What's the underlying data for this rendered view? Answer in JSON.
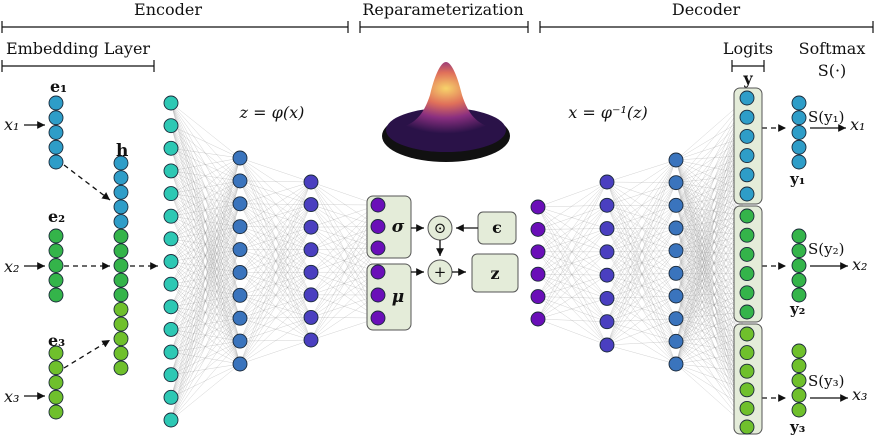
{
  "sections": {
    "encoder": "Encoder",
    "reparameterization": "Reparameterization",
    "decoder": "Decoder",
    "embedding_layer": "Embedding Layer",
    "logits": "Logits",
    "softmax": "Softmax",
    "softmax_fn": "S(·)"
  },
  "equations": {
    "encoder": "z = φ(x)",
    "decoder": "x = φ⁻¹(z)"
  },
  "inputs": [
    "x₁",
    "x₂",
    "x₃"
  ],
  "embeddings": [
    "e₁",
    "e₂",
    "e₃"
  ],
  "hidden": "h",
  "reparam": {
    "sigma": "σ",
    "mu": "μ",
    "epsilon": "ϵ",
    "hadamard": "⊙",
    "plus": "+",
    "z": "z"
  },
  "logits_label": "y",
  "outputs": [
    {
      "softmax": "S(y₁)",
      "x": "x₁",
      "y": "y₁"
    },
    {
      "softmax": "S(y₂)",
      "x": "x₂",
      "y": "y₂"
    },
    {
      "softmax": "S(y₃)",
      "x": "x₃",
      "y": "y₃"
    }
  ],
  "colors": {
    "blue_node": "#2e9dc8",
    "teal_node": "#2dc8b4",
    "green_node": "#34b44a",
    "lime_node": "#6fc02c",
    "steel_node": "#3a74bd",
    "indigo_node": "#4a3fc0",
    "purple_node": "#6a0fb8",
    "box_fill": "#e4ecd9",
    "edge": "#8a8a8a"
  },
  "icons": [
    "gaussian-surface-icon"
  ]
}
